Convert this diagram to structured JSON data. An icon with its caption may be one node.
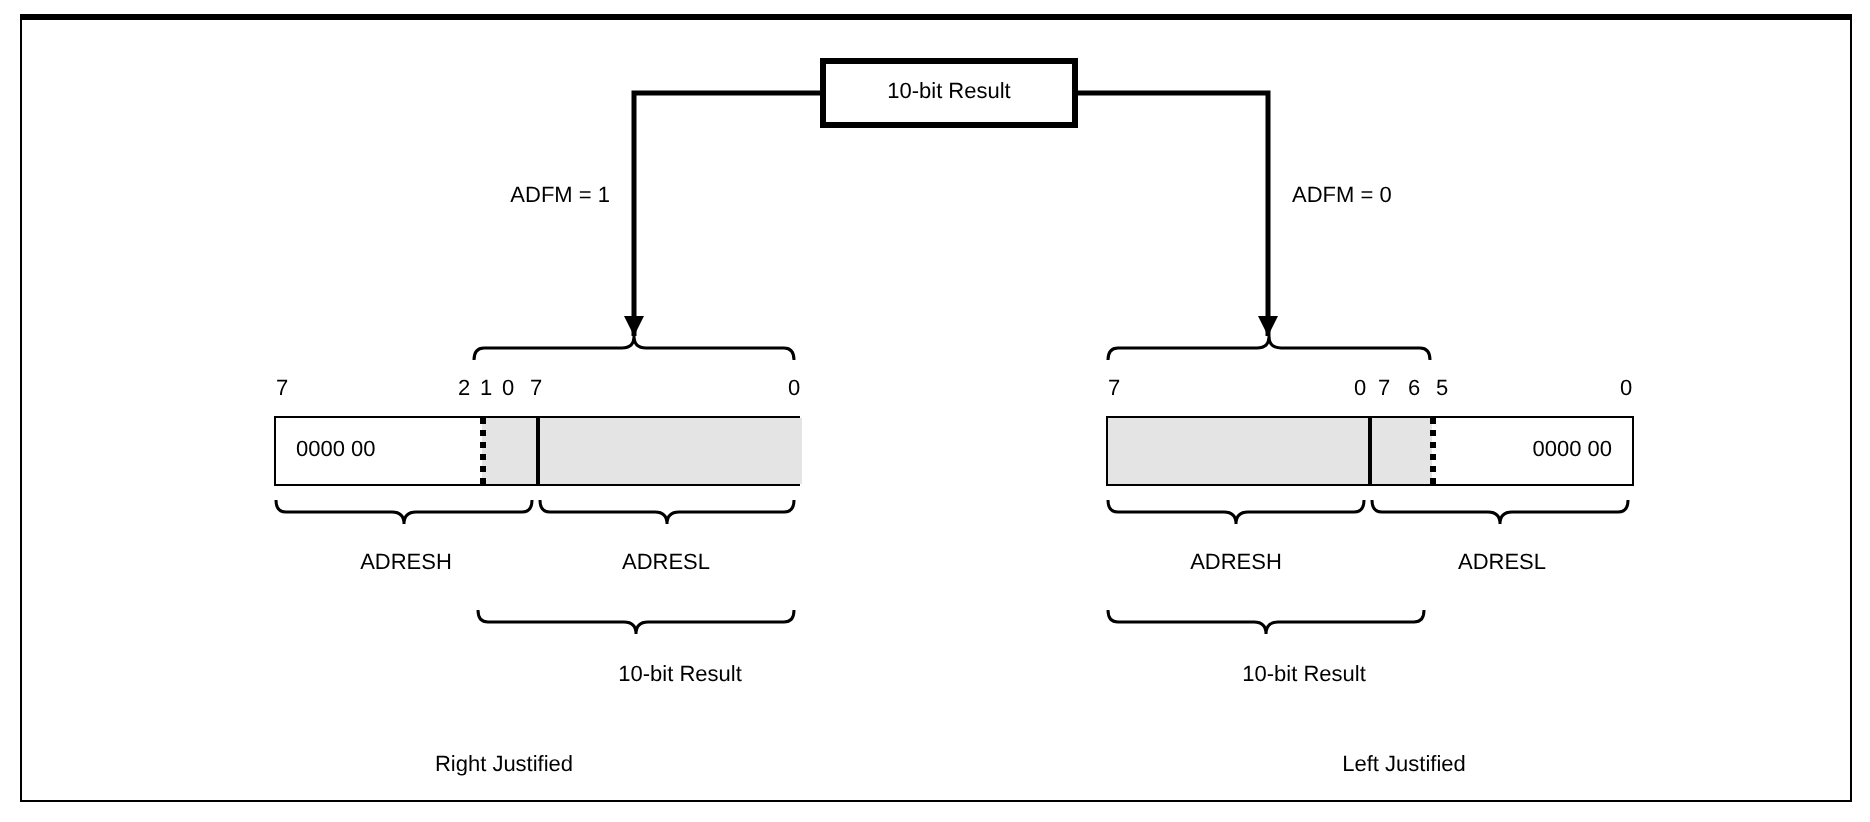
{
  "diagram": {
    "nodes": [
      {
        "text": [
          "10-bit Result"
        ]
      },
      {
        "text": [],
        "shape": "brace"
      },
      {
        "text": [
          "0000 00"
        ]
      },
      {
        "text": [],
        "shape": "brace"
      },
      {
        "text": [
          "0000 00"
        ]
      }
    ],
    "edges": [
      {
        "from": 0,
        "to": 1,
        "arrow": "to",
        "label": "ADFM = 1"
      },
      {
        "from": 0,
        "to": 3,
        "arrow": "to",
        "label": "ADFM = 0"
      }
    ],
    "labels": [
      "7",
      "2",
      "1",
      "0",
      "7",
      "0",
      "7",
      "0",
      "7",
      "6",
      "5",
      "0",
      "ADRESH",
      "ADRESL",
      "ADRESH",
      "ADRESL",
      "10-bit Result",
      "10-bit Result",
      "Right Justified",
      "Left Justified"
    ]
  }
}
